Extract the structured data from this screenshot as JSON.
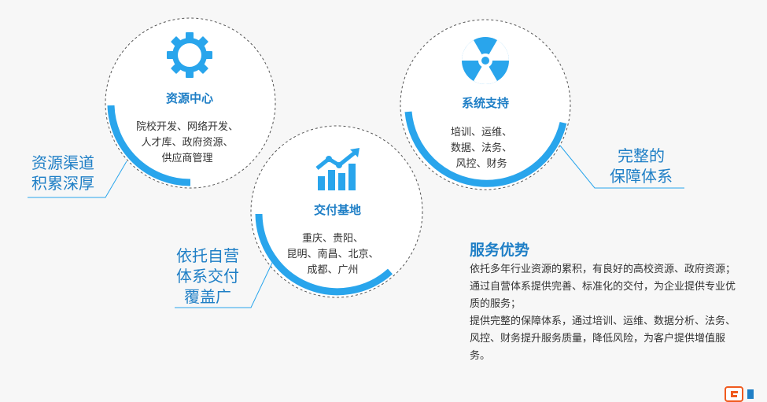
{
  "circles": [
    {
      "key": "resource",
      "title": "资源中心",
      "lines": [
        "院校开发、网络开发、",
        "人才库、政府资源、",
        "供应商管理"
      ],
      "icon": "gear-icon"
    },
    {
      "key": "delivery",
      "title": "交付基地",
      "lines": [
        "重庆、贵阳、",
        "昆明、南昌、北京、",
        "成都、广州"
      ],
      "icon": "bar-chart-trend-icon"
    },
    {
      "key": "support",
      "title": "系统支持",
      "lines": [
        "培训、运维、",
        "数据、法务、",
        "风控、财务"
      ],
      "icon": "radiation-icon"
    }
  ],
  "side_labels": {
    "resource": [
      "资源渠道",
      "积累深厚"
    ],
    "delivery": [
      "依托自营",
      "体系交付",
      "覆盖广"
    ],
    "support": [
      "完整的",
      "保障体系"
    ]
  },
  "advantage": {
    "title": "服务优势",
    "paragraphs": [
      "依托多年行业资源的累积，有良好的高校资源、政府资源；",
      "通过自营体系提供完善、标准化的交付，为企业提供专业优质的服务；",
      "提供完整的保障体系，通过培训、运维、数据分析、法务、风控、财务提升服务质量，降低风险，为客户提供增值服务。"
    ]
  },
  "colors": {
    "accent": "#29a5ec",
    "title": "#1f7fc6",
    "dash": "#555555"
  }
}
